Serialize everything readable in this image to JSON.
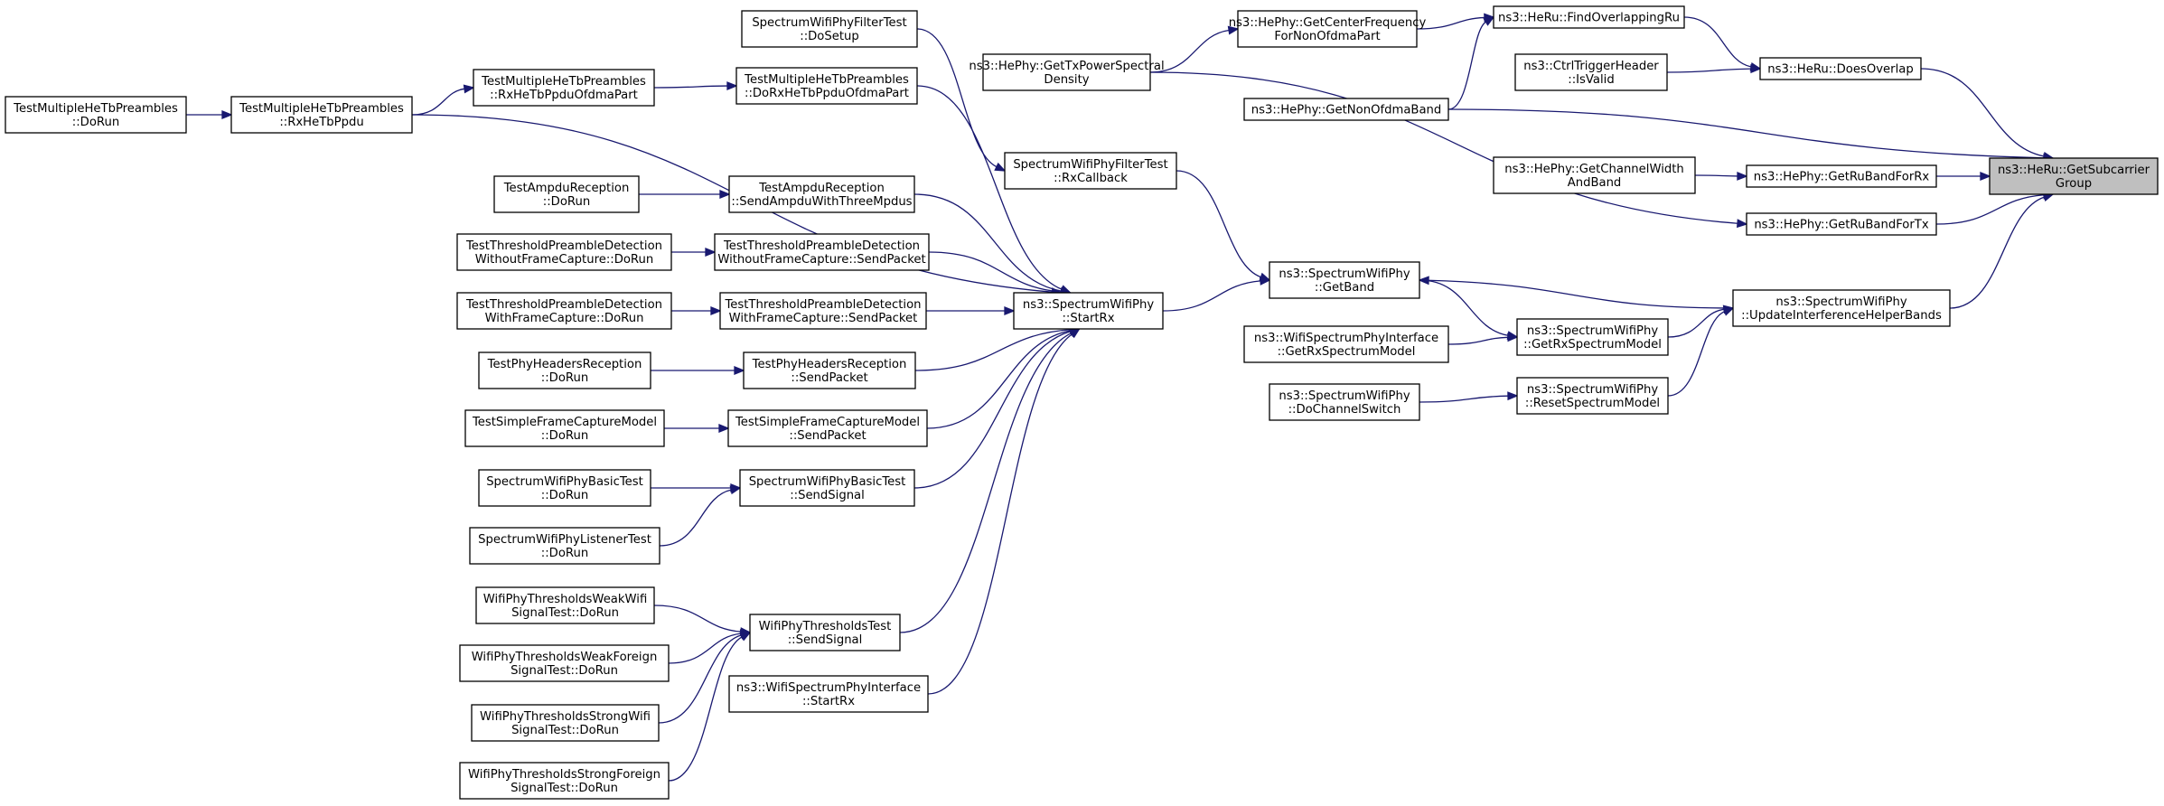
{
  "nodes": [
    {
      "id": "n0",
      "lines": [
        "ns3::HeRu::GetSubcarrier",
        "Group"
      ],
      "root": true
    },
    {
      "id": "n1",
      "lines": [
        "ns3::HeRu::DoesOverlap"
      ]
    },
    {
      "id": "n2",
      "lines": [
        "ns3::HeRu::FindOverlappingRu"
      ]
    },
    {
      "id": "n3",
      "lines": [
        "ns3::HePhy::GetCenterFrequency",
        "ForNonOfdmaPart"
      ]
    },
    {
      "id": "n4",
      "lines": [
        "ns3::HePhy::GetTxPowerSpectral",
        "Density"
      ]
    },
    {
      "id": "n5",
      "lines": [
        "SpectrumWifiPhyFilterTest",
        "::DoSetup"
      ]
    },
    {
      "id": "n6",
      "lines": [
        "ns3::CtrlTriggerHeader",
        "::IsValid"
      ]
    },
    {
      "id": "n7",
      "lines": [
        "ns3::HePhy::GetNonOfdmaBand"
      ]
    },
    {
      "id": "n8",
      "lines": [
        "ns3::HePhy::GetChannelWidth",
        "AndBand"
      ]
    },
    {
      "id": "n9",
      "lines": [
        "ns3::HePhy::GetRuBandForRx"
      ]
    },
    {
      "id": "n10",
      "lines": [
        "ns3::HePhy::GetRuBandForTx"
      ]
    },
    {
      "id": "n11",
      "lines": [
        "SpectrumWifiPhyFilterTest",
        "::RxCallback"
      ]
    },
    {
      "id": "n12",
      "lines": [
        "ns3::SpectrumWifiPhy",
        "::GetBand"
      ]
    },
    {
      "id": "n13",
      "lines": [
        "ns3::SpectrumWifiPhy",
        "::UpdateInterferenceHelperBands"
      ]
    },
    {
      "id": "n14",
      "lines": [
        "ns3::SpectrumWifiPhy",
        "::GetRxSpectrumModel"
      ]
    },
    {
      "id": "n15",
      "lines": [
        "ns3::WifiSpectrumPhyInterface",
        "::GetRxSpectrumModel"
      ]
    },
    {
      "id": "n16",
      "lines": [
        "ns3::SpectrumWifiPhy",
        "::ResetSpectrumModel"
      ]
    },
    {
      "id": "n17",
      "lines": [
        "ns3::SpectrumWifiPhy",
        "::DoChannelSwitch"
      ]
    },
    {
      "id": "n18",
      "lines": [
        "ns3::SpectrumWifiPhy",
        "::StartRx"
      ]
    },
    {
      "id": "n19",
      "lines": [
        "TestMultipleHeTbPreambles",
        "::DoRxHeTbPpduOfdmaPart"
      ]
    },
    {
      "id": "n20",
      "lines": [
        "TestMultipleHeTbPreambles",
        "::RxHeTbPpduOfdmaPart"
      ]
    },
    {
      "id": "n21",
      "lines": [
        "TestMultipleHeTbPreambles",
        "::RxHeTbPpdu"
      ]
    },
    {
      "id": "n22",
      "lines": [
        "TestMultipleHeTbPreambles",
        "::DoRun"
      ]
    },
    {
      "id": "n23",
      "lines": [
        "TestAmpduReception",
        "::SendAmpduWithThreeMpdus"
      ]
    },
    {
      "id": "n24",
      "lines": [
        "TestAmpduReception",
        "::DoRun"
      ]
    },
    {
      "id": "n25",
      "lines": [
        "TestThresholdPreambleDetection",
        "WithoutFrameCapture::SendPacket"
      ]
    },
    {
      "id": "n26",
      "lines": [
        "TestThresholdPreambleDetection",
        "WithoutFrameCapture::DoRun"
      ]
    },
    {
      "id": "n27",
      "lines": [
        "TestThresholdPreambleDetection",
        "WithFrameCapture::SendPacket"
      ]
    },
    {
      "id": "n28",
      "lines": [
        "TestThresholdPreambleDetection",
        "WithFrameCapture::DoRun"
      ]
    },
    {
      "id": "n29",
      "lines": [
        "TestPhyHeadersReception",
        "::SendPacket"
      ]
    },
    {
      "id": "n30",
      "lines": [
        "TestPhyHeadersReception",
        "::DoRun"
      ]
    },
    {
      "id": "n31",
      "lines": [
        "TestSimpleFrameCaptureModel",
        "::SendPacket"
      ]
    },
    {
      "id": "n32",
      "lines": [
        "TestSimpleFrameCaptureModel",
        "::DoRun"
      ]
    },
    {
      "id": "n33",
      "lines": [
        "SpectrumWifiPhyBasicTest",
        "::SendSignal"
      ]
    },
    {
      "id": "n34",
      "lines": [
        "SpectrumWifiPhyBasicTest",
        "::DoRun"
      ]
    },
    {
      "id": "n35",
      "lines": [
        "SpectrumWifiPhyListenerTest",
        "::DoRun"
      ]
    },
    {
      "id": "n36",
      "lines": [
        "WifiPhyThresholdsTest",
        "::SendSignal"
      ]
    },
    {
      "id": "n37",
      "lines": [
        "WifiPhyThresholdsWeakWifi",
        "SignalTest::DoRun"
      ]
    },
    {
      "id": "n38",
      "lines": [
        "WifiPhyThresholdsWeakForeign",
        "SignalTest::DoRun"
      ]
    },
    {
      "id": "n39",
      "lines": [
        "WifiPhyThresholdsStrongWifi",
        "SignalTest::DoRun"
      ]
    },
    {
      "id": "n40",
      "lines": [
        "WifiPhyThresholdsStrongForeign",
        "SignalTest::DoRun"
      ]
    },
    {
      "id": "n41",
      "lines": [
        "ns3::WifiSpectrumPhyInterface",
        "::StartRx"
      ]
    }
  ],
  "edges": [
    {
      "from": "n1",
      "to": "n0"
    },
    {
      "from": "n7",
      "to": "n0"
    },
    {
      "from": "n9",
      "to": "n0"
    },
    {
      "from": "n10",
      "to": "n0"
    },
    {
      "from": "n13",
      "to": "n0"
    },
    {
      "from": "n2",
      "to": "n1"
    },
    {
      "from": "n6",
      "to": "n1"
    },
    {
      "from": "n3",
      "to": "n2"
    },
    {
      "from": "n7",
      "to": "n2"
    },
    {
      "from": "n4",
      "to": "n3"
    },
    {
      "from": "n8",
      "to": "n9"
    },
    {
      "from": "n4",
      "to": "n10"
    },
    {
      "from": "n5",
      "to": "n11"
    },
    {
      "from": "n11",
      "to": "n12"
    },
    {
      "from": "n13",
      "to": "n12"
    },
    {
      "from": "n18",
      "to": "n12"
    },
    {
      "from": "n12",
      "to": "n14"
    },
    {
      "from": "n14",
      "to": "n13"
    },
    {
      "from": "n16",
      "to": "n13"
    },
    {
      "from": "n15",
      "to": "n14"
    },
    {
      "from": "n17",
      "to": "n16"
    },
    {
      "from": "n19",
      "to": "n18"
    },
    {
      "from": "n21",
      "to": "n18"
    },
    {
      "from": "n23",
      "to": "n18"
    },
    {
      "from": "n25",
      "to": "n18"
    },
    {
      "from": "n27",
      "to": "n18"
    },
    {
      "from": "n29",
      "to": "n18"
    },
    {
      "from": "n31",
      "to": "n18"
    },
    {
      "from": "n33",
      "to": "n18"
    },
    {
      "from": "n36",
      "to": "n18"
    },
    {
      "from": "n41",
      "to": "n18"
    },
    {
      "from": "n20",
      "to": "n19"
    },
    {
      "from": "n21",
      "to": "n20"
    },
    {
      "from": "n22",
      "to": "n21"
    },
    {
      "from": "n24",
      "to": "n23"
    },
    {
      "from": "n26",
      "to": "n25"
    },
    {
      "from": "n28",
      "to": "n27"
    },
    {
      "from": "n30",
      "to": "n29"
    },
    {
      "from": "n32",
      "to": "n31"
    },
    {
      "from": "n34",
      "to": "n33"
    },
    {
      "from": "n35",
      "to": "n33"
    },
    {
      "from": "n37",
      "to": "n36"
    },
    {
      "from": "n38",
      "to": "n36"
    },
    {
      "from": "n39",
      "to": "n36"
    },
    {
      "from": "n40",
      "to": "n36"
    }
  ]
}
